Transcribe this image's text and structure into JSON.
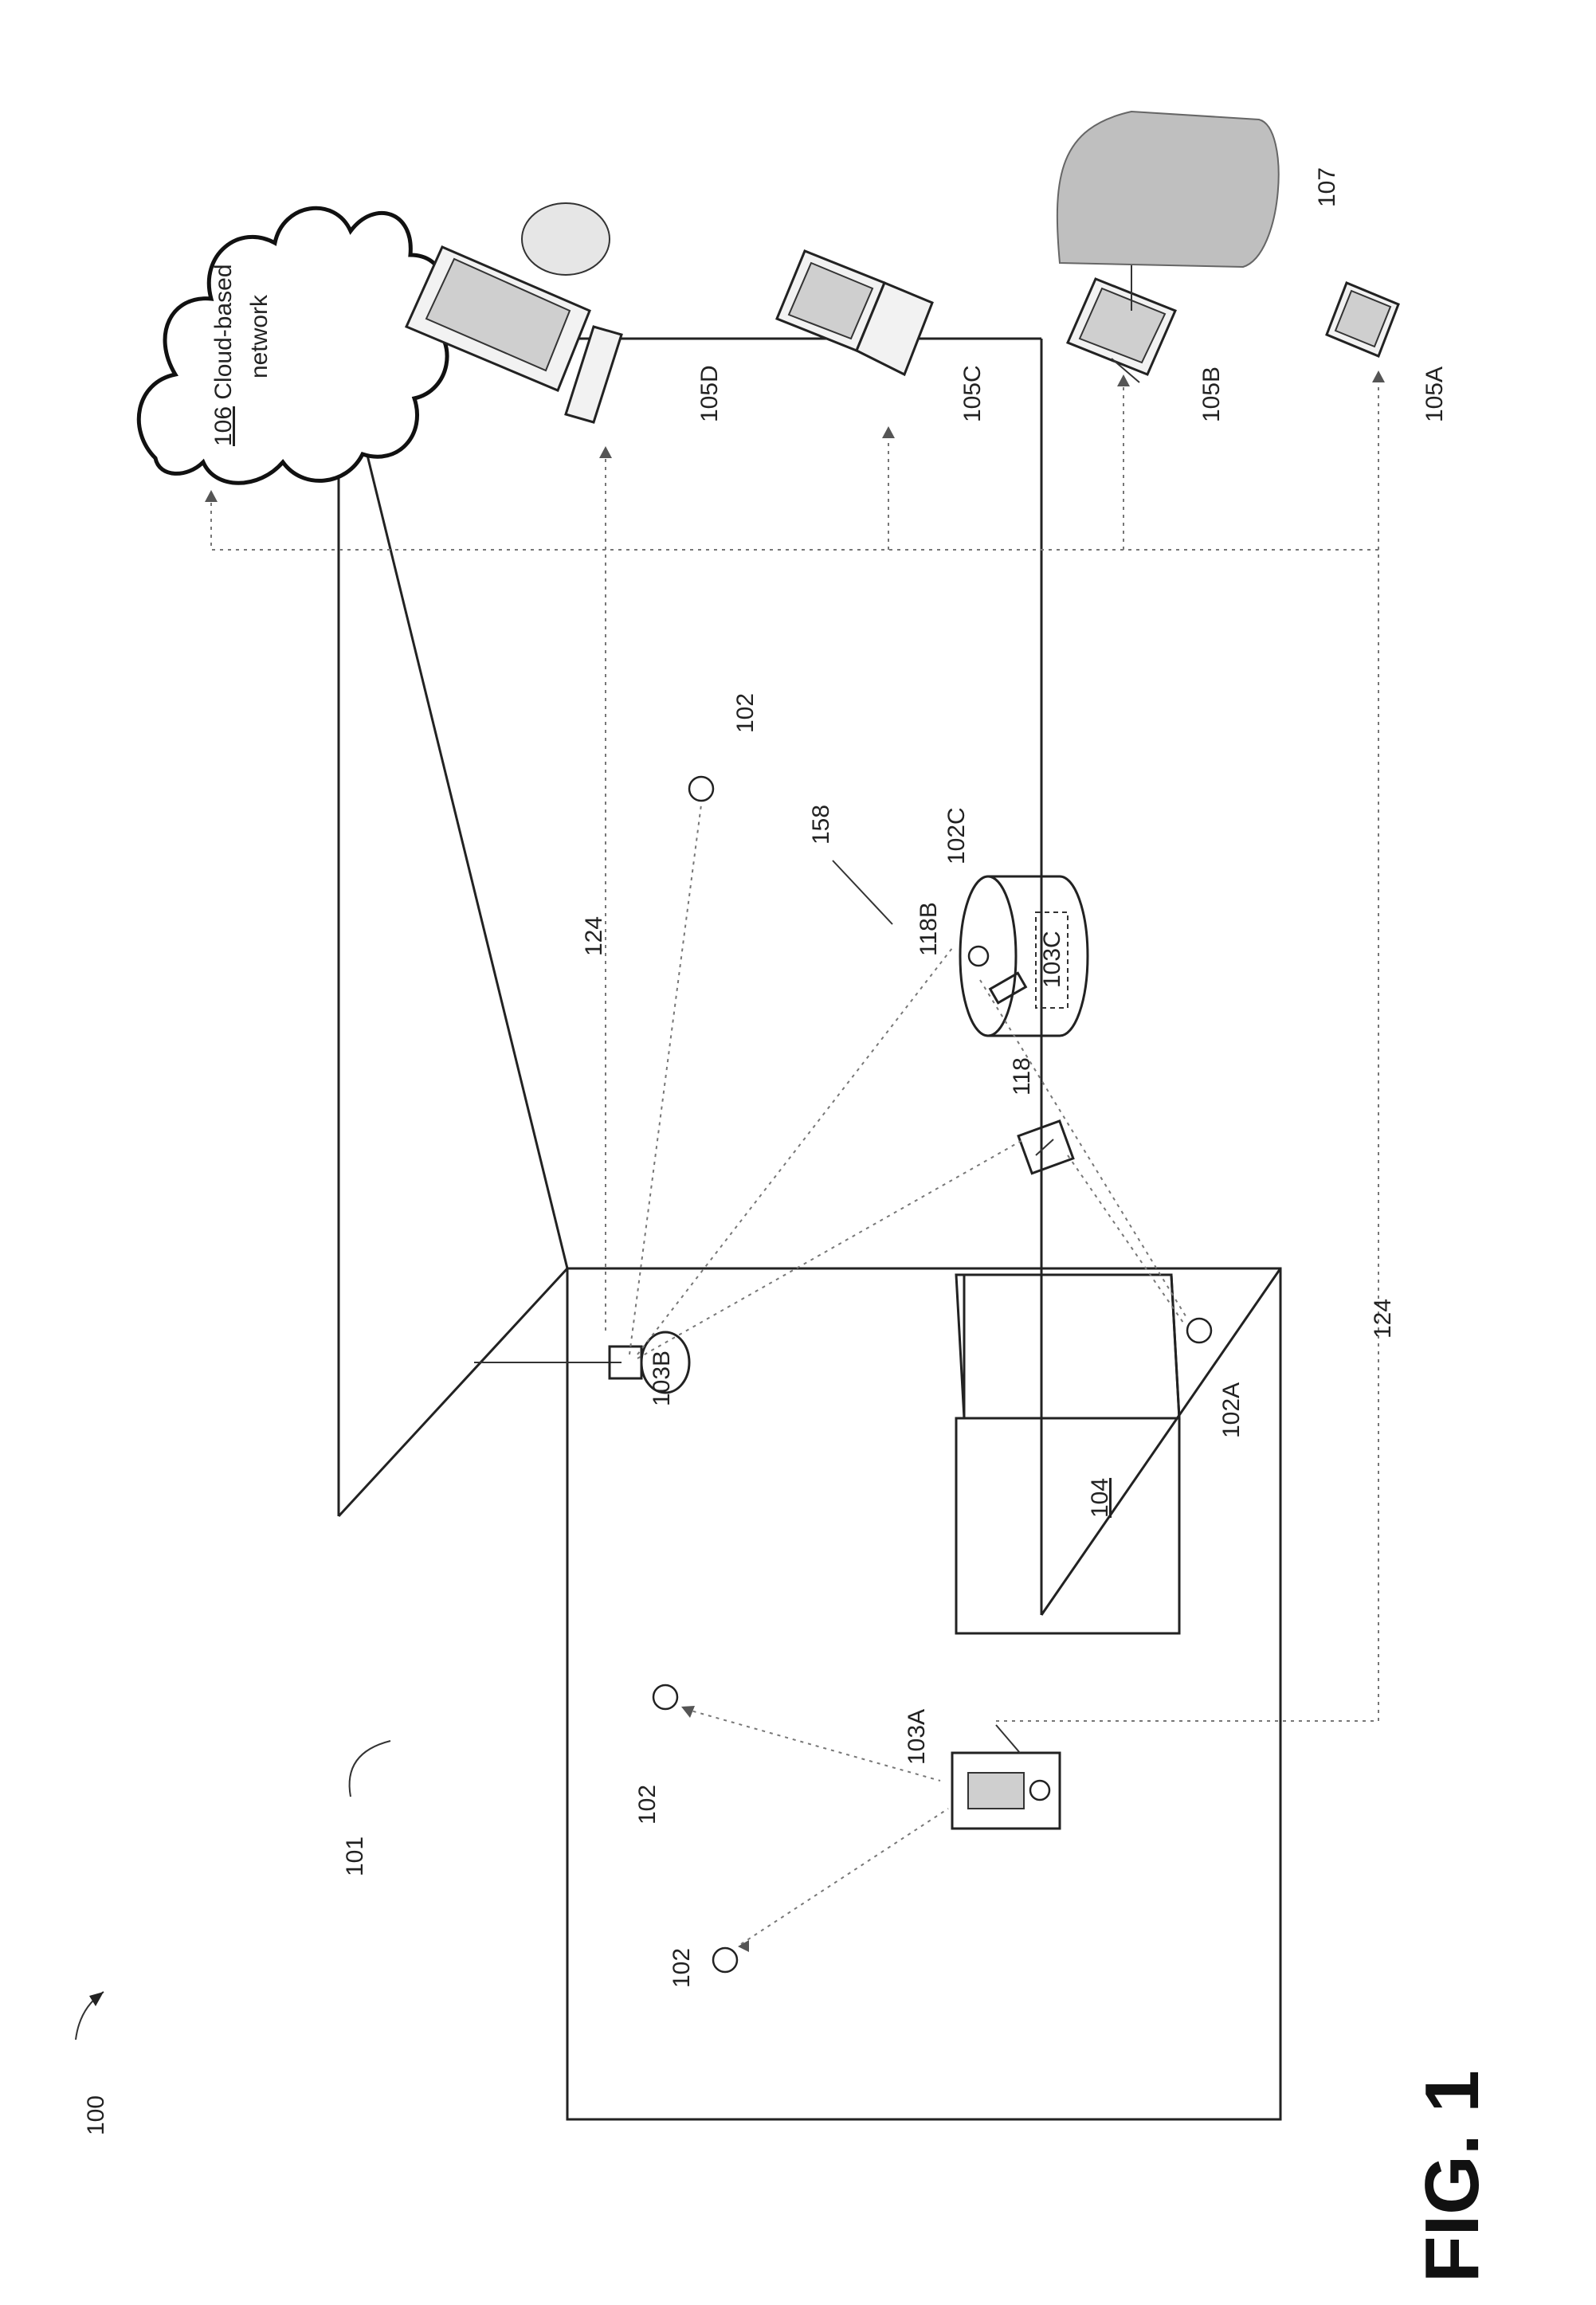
{
  "figure": {
    "label": "FIG. 1",
    "ref_100": "100",
    "ref_101": "101"
  },
  "environment": {
    "box_label": "104",
    "sensor_labels": [
      "102",
      "102",
      "102",
      "102A",
      "102C"
    ],
    "devices": {
      "thermostat": "103A",
      "smart_bulb": "103B",
      "hazard_detector": "103C",
      "hub_118": "118",
      "hub_118b": "118B",
      "label_158": "158"
    },
    "link_labels": [
      "124",
      "124"
    ]
  },
  "network": {
    "cloud_num": "106",
    "cloud_text_1": " Cloud-based",
    "cloud_text_2": "network"
  },
  "clients": {
    "desktop": "105D",
    "laptop": "105C",
    "tablet": "105B",
    "phone": "105A",
    "user": "107"
  }
}
